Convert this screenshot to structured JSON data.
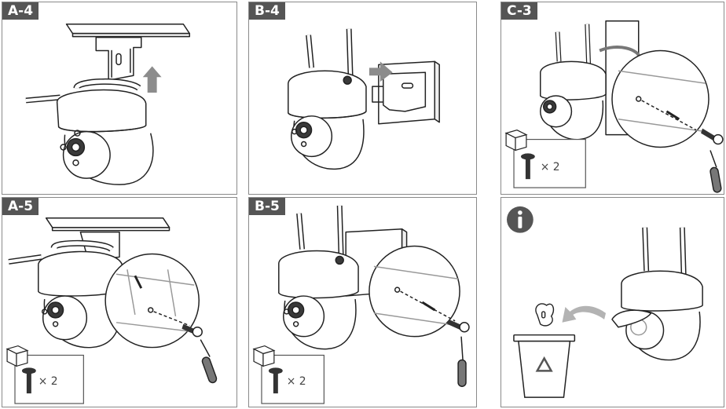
{
  "panels": [
    {
      "id": "a4",
      "label": "A-4"
    },
    {
      "id": "b4",
      "label": "B-4"
    },
    {
      "id": "c3",
      "label": "C-3",
      "screw_qty": "× 2"
    },
    {
      "id": "a5",
      "label": "A-5",
      "screw_qty": "× 2"
    },
    {
      "id": "b5",
      "label": "B-5",
      "screw_qty": "× 2"
    },
    {
      "id": "info",
      "label": ""
    }
  ],
  "icons": [
    "info-icon",
    "box-icon",
    "screw-icon",
    "screwdriver-icon",
    "recycle-bin-icon",
    "arrow-icon",
    "camera-icon"
  ],
  "colors": {
    "tag_bg": "#555555",
    "stroke": "#222222",
    "arrow": "#8c8c8c",
    "lens": "#3a3a3a"
  }
}
